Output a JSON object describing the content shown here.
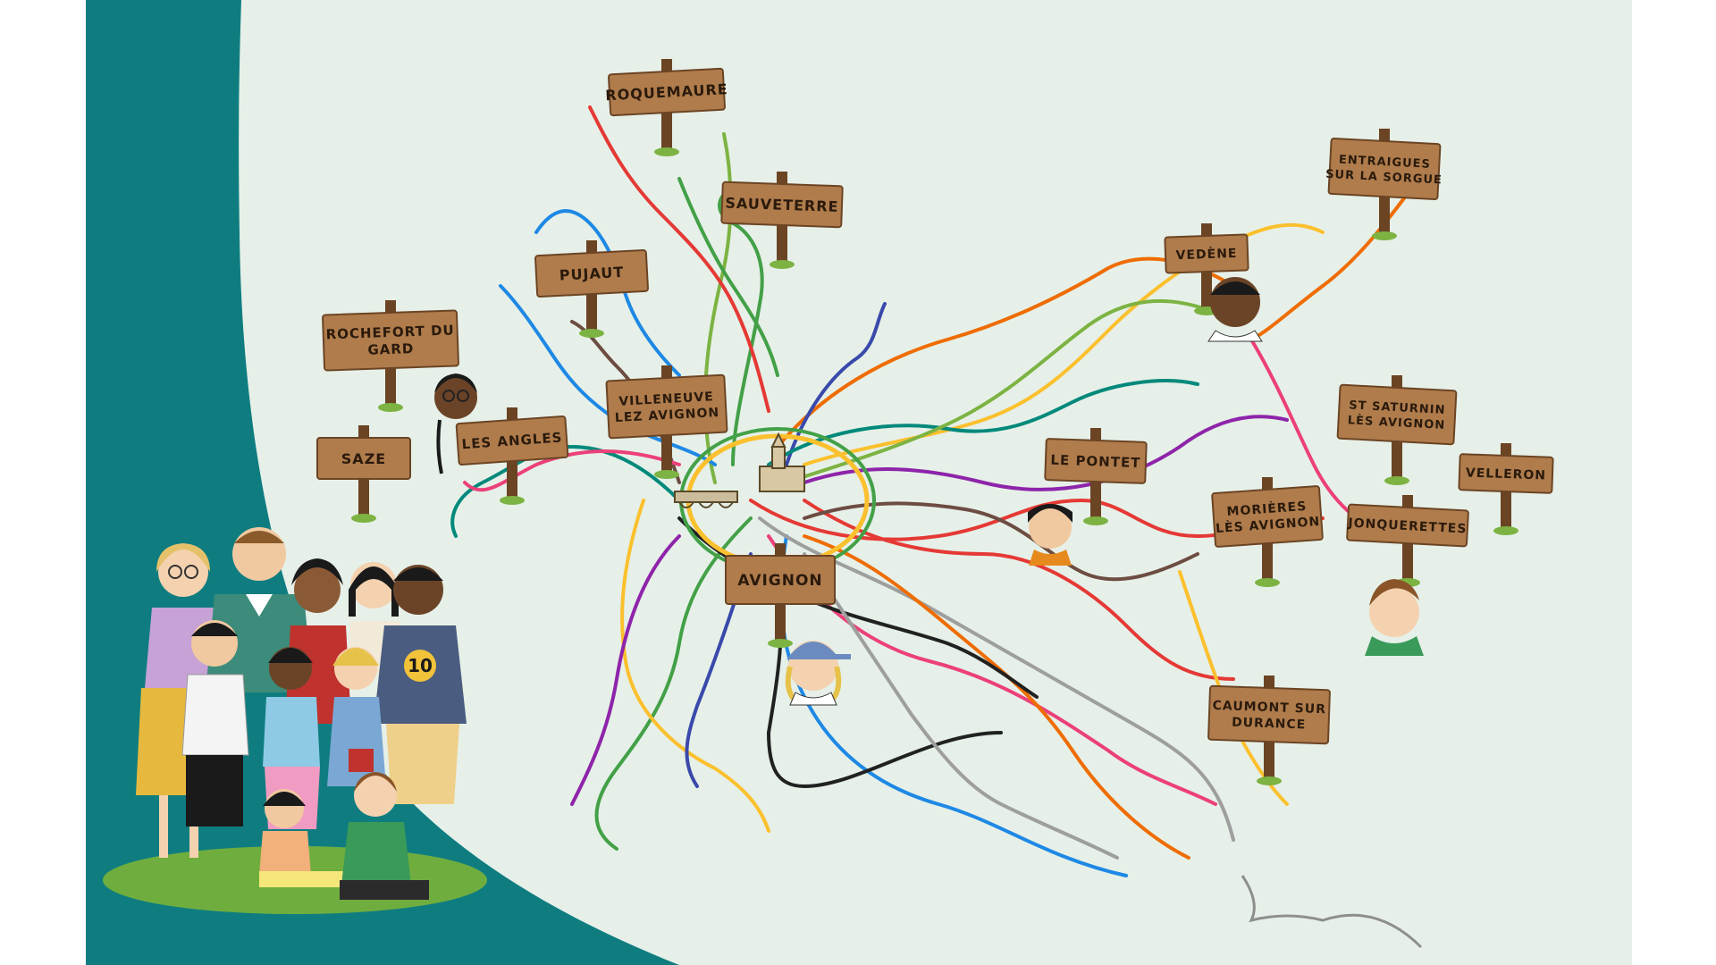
{
  "colors": {
    "teal": "#0f7d80",
    "map_bg": "#e6f0e8",
    "wood": "#b07c4c",
    "wood_dark": "#6b4424",
    "ink": "#2a1a0c"
  },
  "signs": {
    "roquemaure": "ROQUEMAURE",
    "sauveterre": "SAUVETERRE",
    "pujaut": "PUJAUT",
    "rochefort": [
      "ROCHEFORT DU",
      "GARD"
    ],
    "villeneuve": [
      "VILLENEUVE",
      "LEZ AVIGNON"
    ],
    "saze": "SAZE",
    "les_angles": "LES ANGLES",
    "avignon": "AVIGNON",
    "le_pontet": "LE PONTET",
    "vedene": "VEDÈNE",
    "entraigues": [
      "ENTRAIGUES",
      "SUR LA SORGUE"
    ],
    "st_saturnin": [
      "ST SATURNIN",
      "LÈS AVIGNON"
    ],
    "velleron": "VELLERON",
    "morieres": [
      "MORIÈRES",
      "LÈS AVIGNON"
    ],
    "jonquerettes": "JONQUERETTES",
    "caumont": [
      "CAUMONT SUR",
      "DURANCE"
    ]
  },
  "shirt_number": "10",
  "line_colors": [
    "#e53935",
    "#1e88e5",
    "#43a047",
    "#fbc02d",
    "#8e24aa",
    "#ef6c00",
    "#ec407a",
    "#00897b",
    "#6d4c41",
    "#3949ab",
    "#7cb342",
    "#212121",
    "#9e9e9e"
  ]
}
